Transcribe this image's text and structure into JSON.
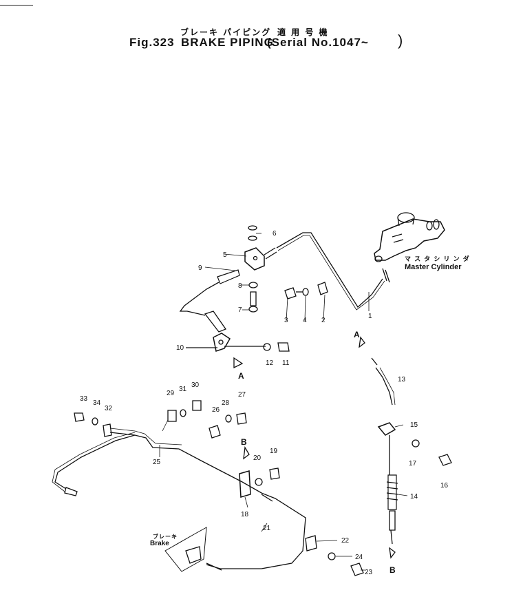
{
  "header": {
    "jp_title": "ブレーキ パイピング",
    "serial_jp": "適 用 号 機",
    "fig_no": "Fig.323",
    "title": "BRAKE PIPING",
    "serial": "(Serial No.1047~",
    "close_paren": ")"
  },
  "labels": {
    "master_cylinder_jp": "マ ス タ シ リ ン ダ",
    "master_cylinder_en": "Master Cylinder",
    "brake_jp": "ブレーキ",
    "brake_en": "Brake"
  },
  "part_numbers": [
    "1",
    "2",
    "3",
    "4",
    "5",
    "6",
    "7",
    "8",
    "9",
    "10",
    "11",
    "12",
    "13",
    "14",
    "15",
    "16",
    "17",
    "18",
    "19",
    "20",
    "21",
    "22",
    "23",
    "24",
    "25",
    "26",
    "27",
    "28",
    "29",
    "30",
    "31",
    "32",
    "33",
    "34"
  ],
  "callouts": [
    "A",
    "A",
    "B",
    "B"
  ]
}
